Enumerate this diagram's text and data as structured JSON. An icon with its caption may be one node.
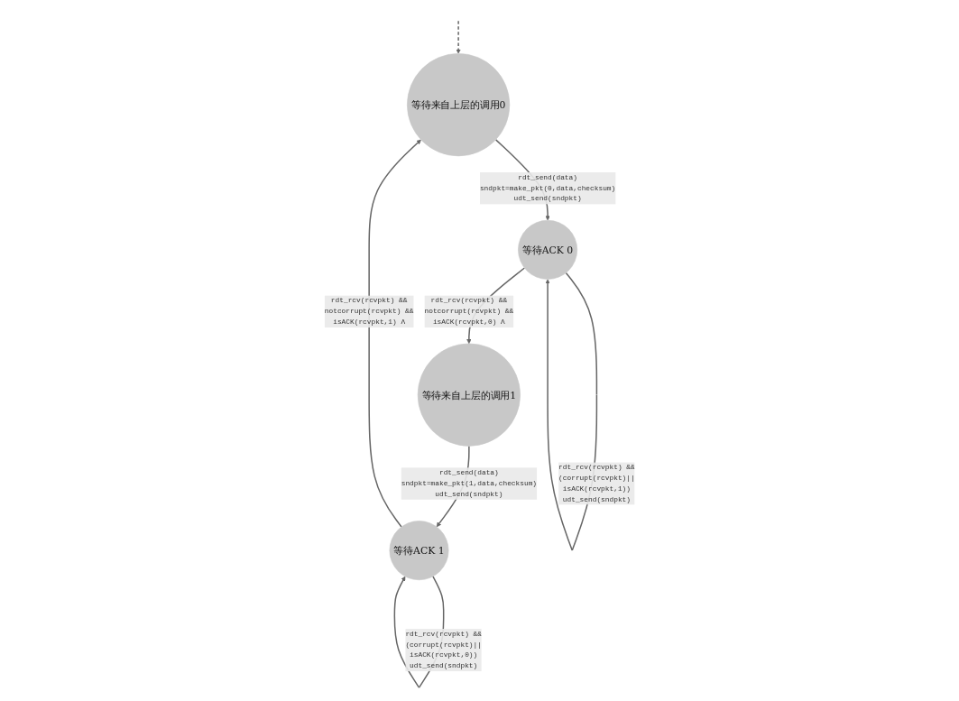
{
  "diagram": {
    "nodes": [
      {
        "text": [
          "等待来自上层的调用0"
        ]
      },
      {
        "text": [
          "等待ACK 0"
        ]
      },
      {
        "text": [
          "等待来自上层的调用1"
        ]
      },
      {
        "text": [
          "等待ACK 1"
        ]
      }
    ],
    "edges": [
      {
        "from": null,
        "to": 0,
        "arrow": "to",
        "style": "dashed"
      },
      {
        "from": 0,
        "to": 1,
        "arrow": "to",
        "label": "rdt_send(data) sndpkt=make_pkt(0,data,checksum) udt_send(sndpkt)"
      },
      {
        "from": 1,
        "to": 1,
        "arrow": "to",
        "label": "rdt_rcv(rcvpkt) && (corrupt(rcvpkt)|| isACK(rcvpkt,1)) udt_send(sndpkt)"
      },
      {
        "from": 1,
        "to": 2,
        "arrow": "to",
        "label": "rdt_rcv(rcvpkt) && notcorrupt(rcvpkt) && isACK(rcvpkt,0) Λ"
      },
      {
        "from": 2,
        "to": 3,
        "arrow": "to",
        "label": "rdt_send(data) sndpkt=make_pkt(1,data,checksum) udt_send(sndpkt)"
      },
      {
        "from": 3,
        "to": 3,
        "arrow": "to",
        "label": "rdt_rcv(rcvpkt) && (corrupt(rcvpkt)|| isACK(rcvpkt,0)) udt_send(sndpkt)"
      },
      {
        "from": 3,
        "to": 0,
        "arrow": "to",
        "label": "rdt_rcv(rcvpkt) && notcorrupt(rcvpkt) && isACK(rcvpkt,1) Λ"
      }
    ]
  }
}
